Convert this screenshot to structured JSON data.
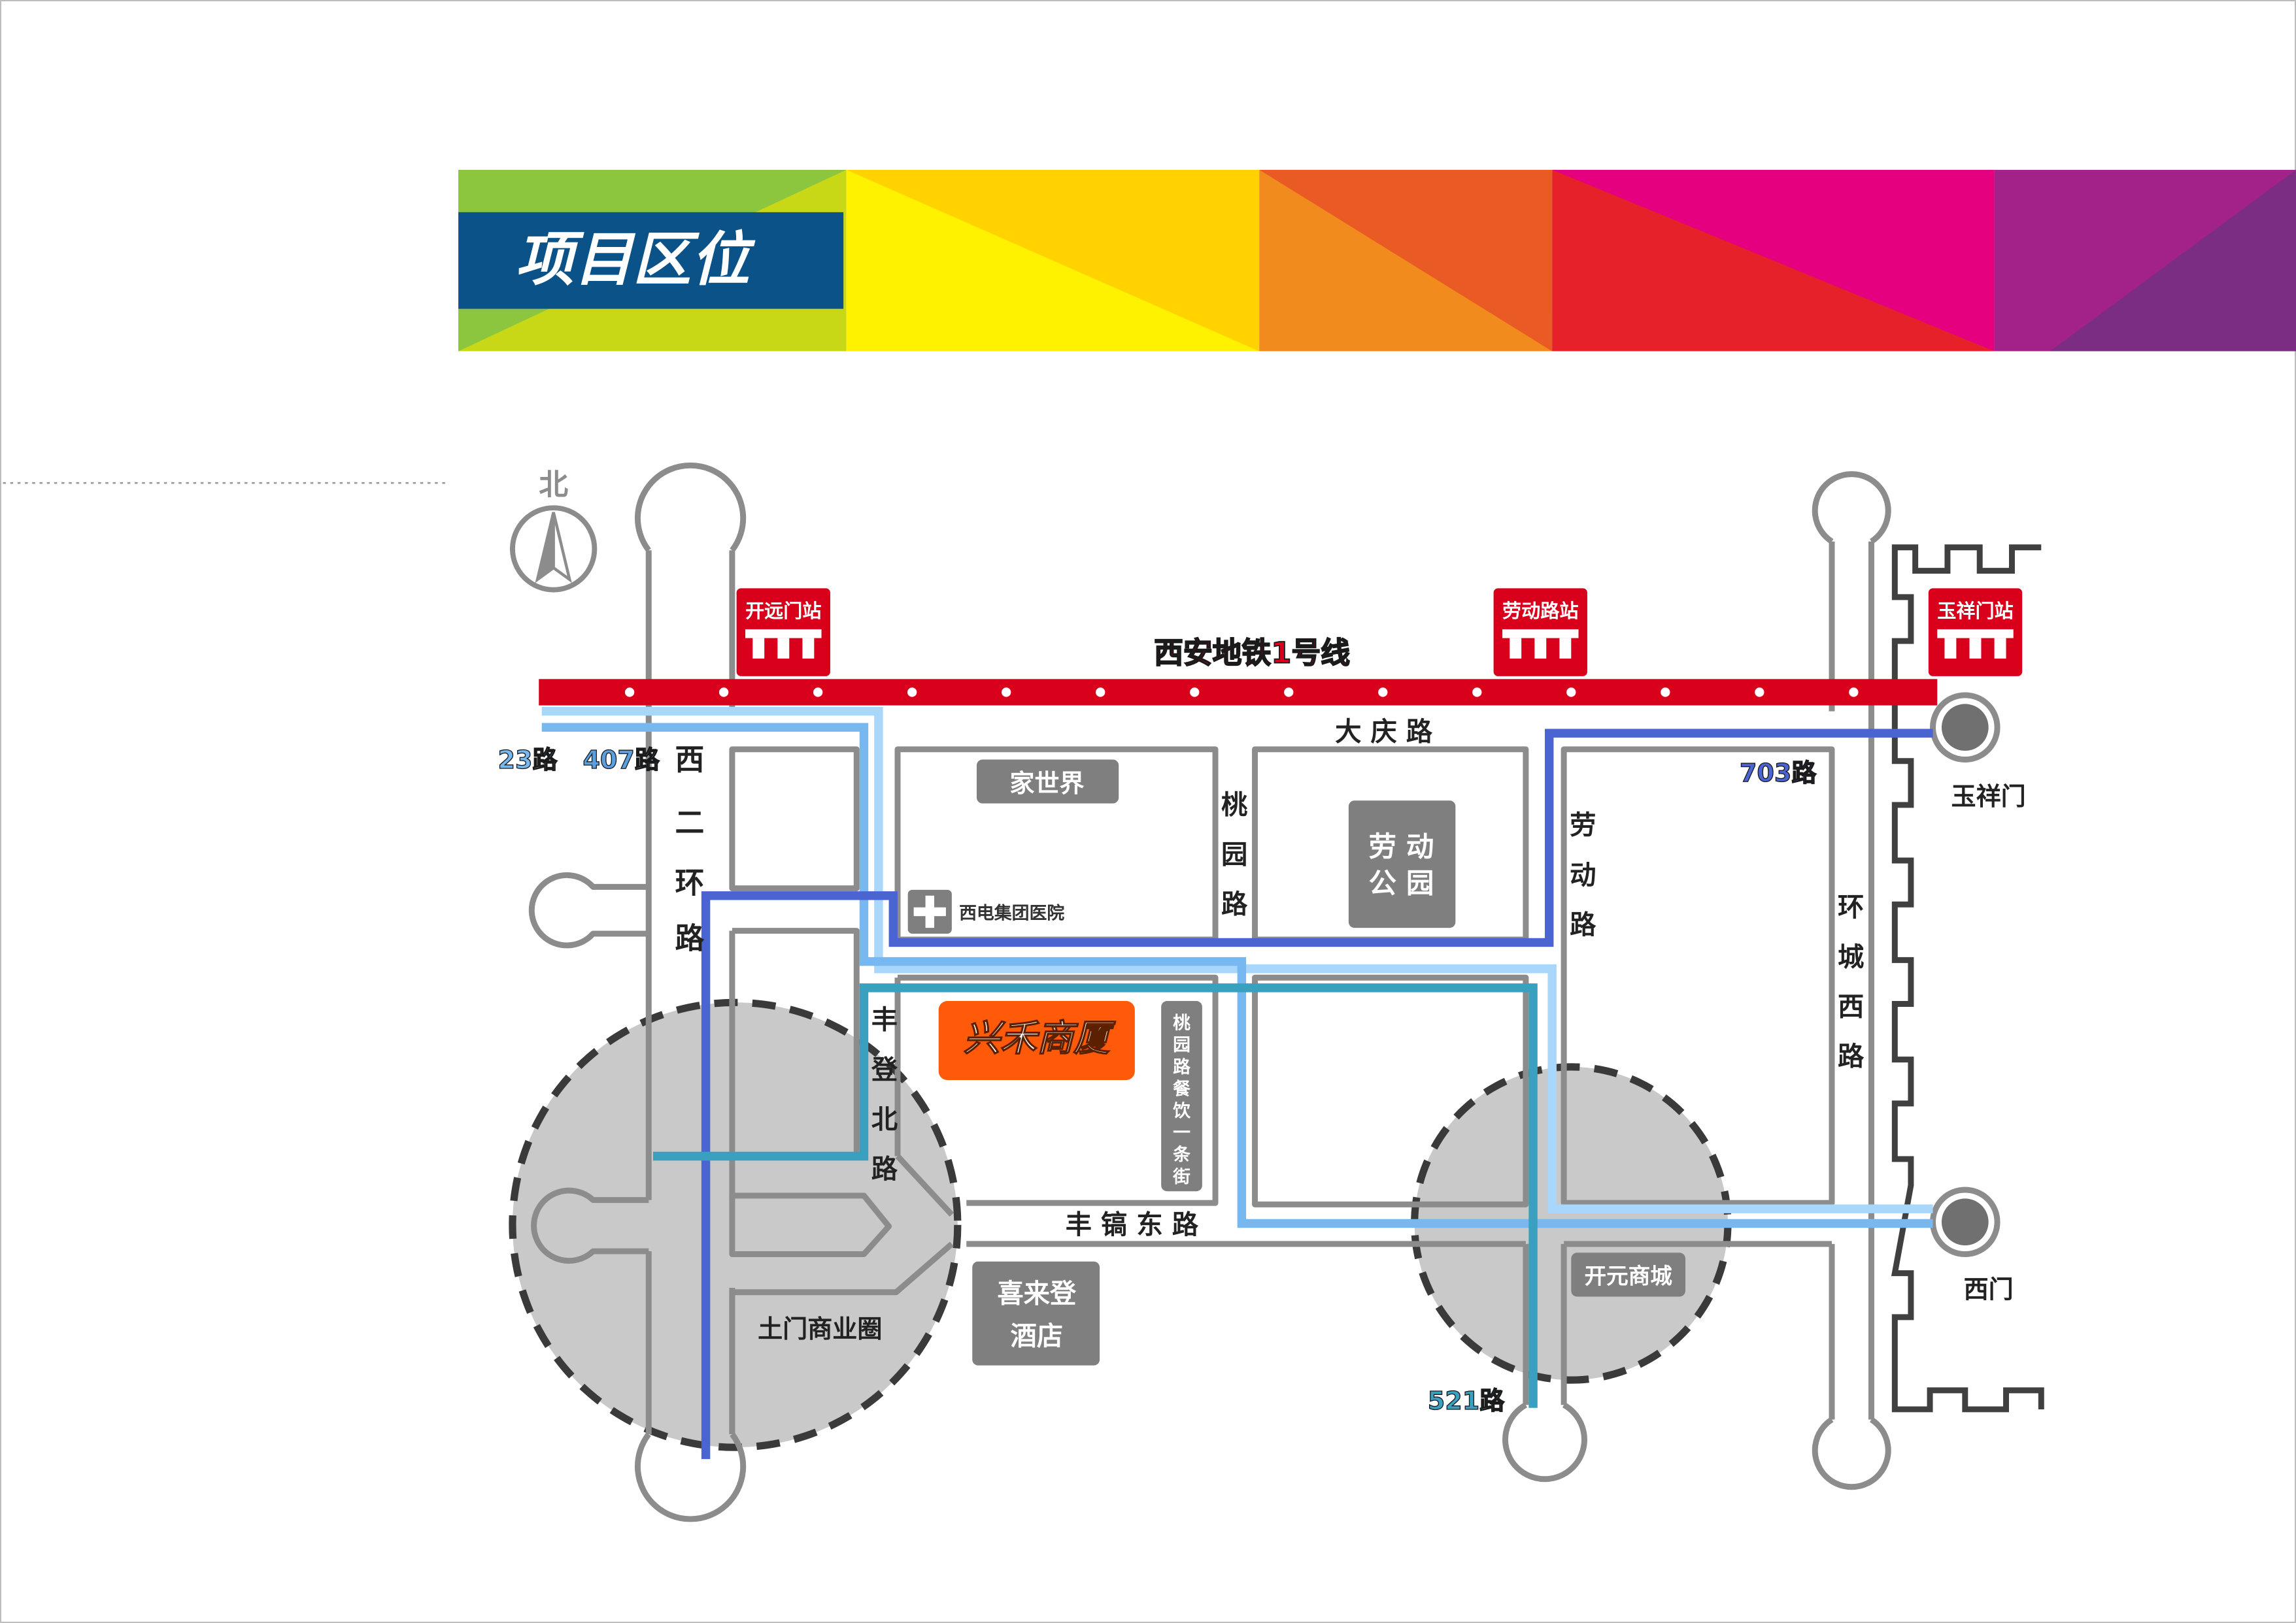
{
  "header": {
    "title": "项目区位"
  },
  "compass": {
    "label": "北"
  },
  "metro": {
    "line_label": "西安地铁1号线",
    "stations": [
      "开远门站",
      "劳动路站",
      "玉祥门站"
    ]
  },
  "bus_routes": {
    "r23": "23路",
    "r407": "407路",
    "r703": "703路",
    "r521": "521路"
  },
  "roads": {
    "xierhuan": [
      "西",
      "二",
      "环",
      "路"
    ],
    "daqing": "大 庆 路",
    "taoyuan": [
      "桃",
      "园",
      "路"
    ],
    "laodong": [
      "劳",
      "动",
      "路"
    ],
    "huancheng": [
      "环",
      "城",
      "西",
      "路"
    ],
    "fengdeng": [
      "丰",
      "登",
      "北",
      "路"
    ],
    "fenghao": "丰 镐 东 路",
    "food_street": [
      "桃",
      "园",
      "路",
      "餐",
      "饮",
      "一",
      "条",
      "街"
    ]
  },
  "places": {
    "jiashijie": "家世界",
    "park": [
      "劳 动",
      "公 园"
    ],
    "hospital": "西电集团医院",
    "project": "兴禾商厦",
    "hotel": [
      "喜来登",
      "酒店"
    ],
    "tumen": "土门商业圈",
    "kaiyuan": "开元商城",
    "yuxiangmen": "玉祥门",
    "ximen": "西门"
  },
  "colors": {
    "header_blue": "#0b5288",
    "metro_red": "#d9001b",
    "project_orange": "#ff5a0a",
    "road_gray": "#8c8c8c",
    "label_gray": "#7f7f7f",
    "bus_light": "#a9d6fb",
    "bus_mid": "#78b8f0",
    "bus_dark": "#4a64d2",
    "bus_teal": "#3aa0c0"
  }
}
